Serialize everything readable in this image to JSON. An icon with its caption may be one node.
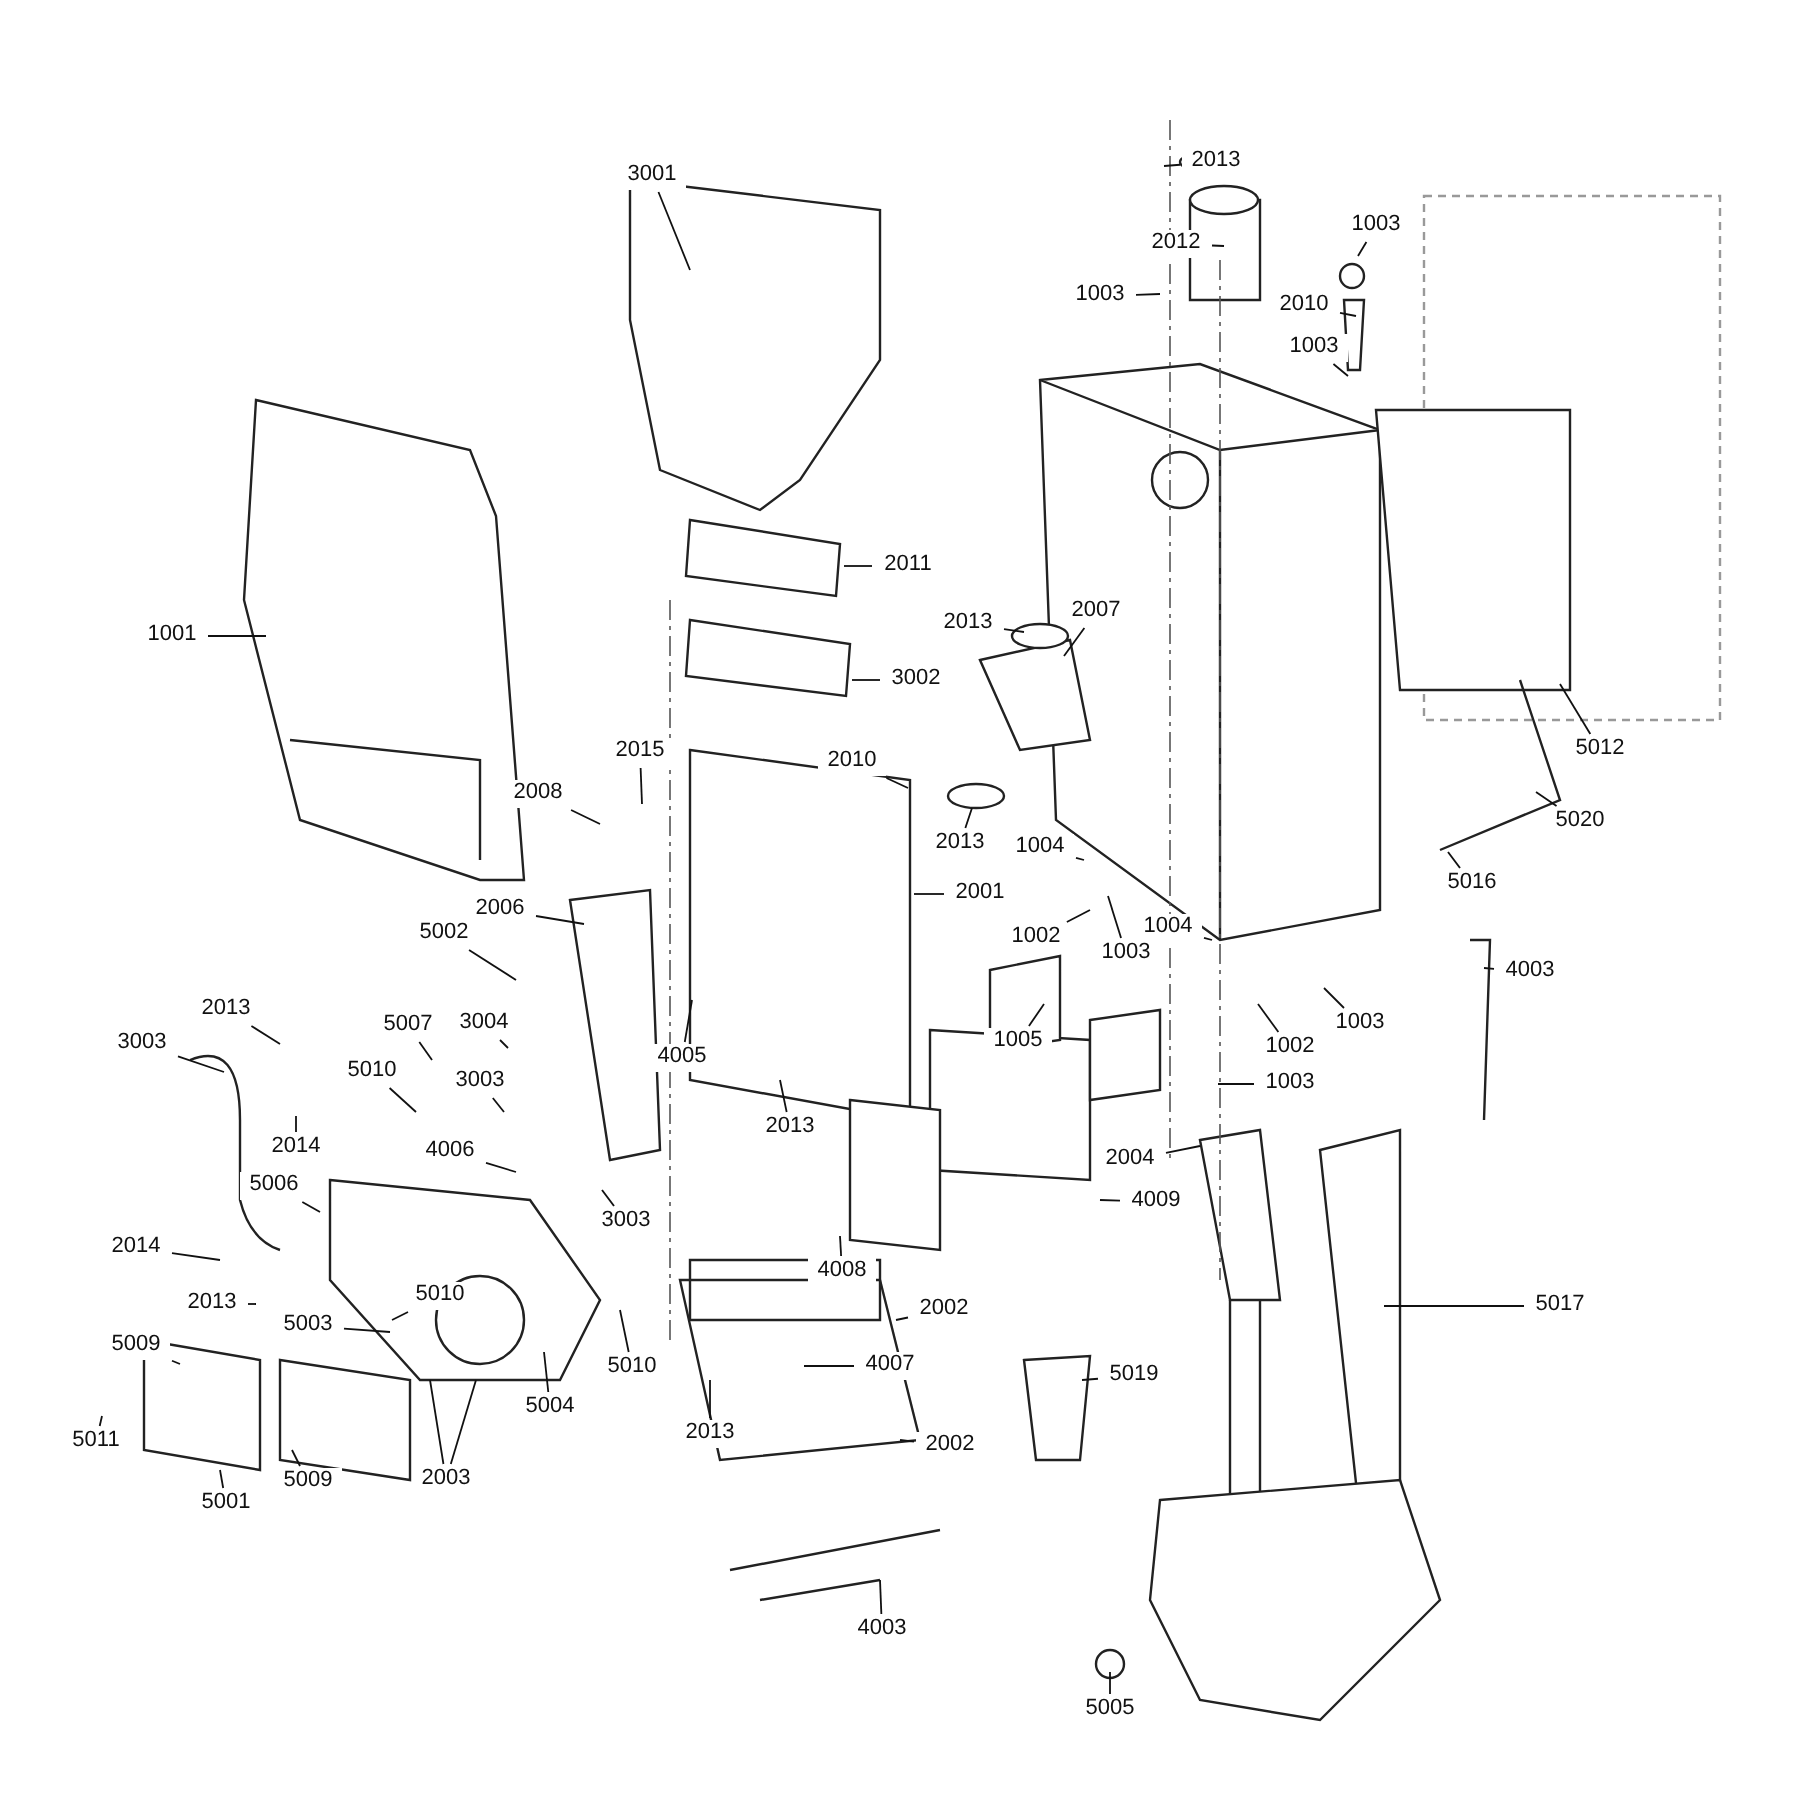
{
  "diagram": {
    "nodes": [
      {
        "text": [
          "3001"
        ]
      },
      {
        "text": [
          "2013"
        ]
      },
      {
        "text": [
          "2012"
        ]
      },
      {
        "text": [
          "1003"
        ]
      },
      {
        "text": [
          "1003"
        ]
      },
      {
        "text": [
          "2010"
        ]
      },
      {
        "text": [
          "1003"
        ]
      },
      {
        "text": [
          "1001"
        ]
      },
      {
        "text": [
          "2011"
        ]
      },
      {
        "text": [
          "2013"
        ]
      },
      {
        "text": [
          "2007"
        ]
      },
      {
        "text": [
          "3002"
        ]
      },
      {
        "text": [
          "2015"
        ]
      },
      {
        "text": [
          "2010"
        ]
      },
      {
        "text": [
          "2008"
        ]
      },
      {
        "text": [
          "5012"
        ]
      },
      {
        "text": [
          "2013"
        ]
      },
      {
        "text": [
          "5020"
        ]
      },
      {
        "text": [
          "2001"
        ]
      },
      {
        "text": [
          "1004"
        ]
      },
      {
        "text": [
          "5016"
        ]
      },
      {
        "text": [
          "1002"
        ]
      },
      {
        "text": [
          "1003"
        ]
      },
      {
        "text": [
          "2006"
        ]
      },
      {
        "text": [
          "1004"
        ]
      },
      {
        "text": [
          "5002"
        ]
      },
      {
        "text": [
          "4003"
        ]
      },
      {
        "text": [
          "4005"
        ]
      },
      {
        "text": [
          "2013"
        ]
      },
      {
        "text": [
          "5007"
        ]
      },
      {
        "text": [
          "1005"
        ]
      },
      {
        "text": [
          "1003"
        ]
      },
      {
        "text": [
          "3004"
        ]
      },
      {
        "text": [
          "1002"
        ]
      },
      {
        "text": [
          "3003"
        ]
      },
      {
        "text": [
          "5010"
        ]
      },
      {
        "text": [
          "3003"
        ]
      },
      {
        "text": [
          "2013"
        ]
      },
      {
        "text": [
          "1003"
        ]
      },
      {
        "text": [
          "2014"
        ]
      },
      {
        "text": [
          "4006"
        ]
      },
      {
        "text": [
          "2004"
        ]
      },
      {
        "text": [
          "5006"
        ]
      },
      {
        "text": [
          "3003"
        ]
      },
      {
        "text": [
          "4008"
        ]
      },
      {
        "text": [
          "4009"
        ]
      },
      {
        "text": [
          "5017"
        ]
      },
      {
        "text": [
          "2014"
        ]
      },
      {
        "text": [
          "2013"
        ]
      },
      {
        "text": [
          "5010"
        ]
      },
      {
        "text": [
          "2002"
        ]
      },
      {
        "text": [
          "5009"
        ]
      },
      {
        "text": [
          "5003"
        ]
      },
      {
        "text": [
          "4007"
        ]
      },
      {
        "text": [
          "5019"
        ]
      },
      {
        "text": [
          "5010"
        ]
      },
      {
        "text": [
          "5004"
        ]
      },
      {
        "text": [
          "2013"
        ]
      },
      {
        "text": [
          "2002"
        ]
      },
      {
        "text": [
          "5011"
        ]
      },
      {
        "text": [
          "5009"
        ]
      },
      {
        "text": [
          "2003"
        ]
      },
      {
        "text": [
          "5001"
        ]
      },
      {
        "text": [
          "4003"
        ]
      },
      {
        "text": [
          "5005"
        ]
      }
    ],
    "edges": [
      {
        "from": 0,
        "to": null,
        "arrow": "none"
      },
      {
        "from": 1,
        "to": null,
        "arrow": "none"
      },
      {
        "from": 2,
        "to": null,
        "arrow": "none"
      },
      {
        "from": 3,
        "to": null,
        "arrow": "none"
      },
      {
        "from": 4,
        "to": null,
        "arrow": "none"
      },
      {
        "from": 5,
        "to": null,
        "arrow": "none"
      },
      {
        "from": 6,
        "to": null,
        "arrow": "none"
      },
      {
        "from": 7,
        "to": null,
        "arrow": "none"
      },
      {
        "from": 8,
        "to": null,
        "arrow": "none"
      },
      {
        "from": 9,
        "to": null,
        "arrow": "none"
      },
      {
        "from": 10,
        "to": null,
        "arrow": "none"
      },
      {
        "from": 11,
        "to": null,
        "arrow": "none"
      },
      {
        "from": 12,
        "to": null,
        "arrow": "none"
      },
      {
        "from": 13,
        "to": null,
        "arrow": "none"
      },
      {
        "from": 14,
        "to": null,
        "arrow": "none"
      },
      {
        "from": 15,
        "to": null,
        "arrow": "none"
      },
      {
        "from": 16,
        "to": null,
        "arrow": "none"
      },
      {
        "from": 17,
        "to": null,
        "arrow": "none"
      },
      {
        "from": 18,
        "to": null,
        "arrow": "none"
      },
      {
        "from": 19,
        "to": null,
        "arrow": "none"
      },
      {
        "from": 20,
        "to": null,
        "arrow": "none"
      },
      {
        "from": 21,
        "to": null,
        "arrow": "none"
      },
      {
        "from": 22,
        "to": null,
        "arrow": "none"
      },
      {
        "from": 23,
        "to": null,
        "arrow": "none"
      },
      {
        "from": 24,
        "to": null,
        "arrow": "none"
      },
      {
        "from": 25,
        "to": null,
        "arrow": "none"
      },
      {
        "from": 26,
        "to": null,
        "arrow": "none"
      },
      {
        "from": 27,
        "to": null,
        "arrow": "none"
      },
      {
        "from": 28,
        "to": null,
        "arrow": "none"
      },
      {
        "from": 29,
        "to": null,
        "arrow": "none"
      },
      {
        "from": 30,
        "to": null,
        "arrow": "none"
      },
      {
        "from": 31,
        "to": null,
        "arrow": "none"
      },
      {
        "from": 32,
        "to": null,
        "arrow": "none"
      },
      {
        "from": 33,
        "to": null,
        "arrow": "none"
      },
      {
        "from": 34,
        "to": null,
        "arrow": "none"
      },
      {
        "from": 35,
        "to": null,
        "arrow": "none"
      },
      {
        "from": 36,
        "to": null,
        "arrow": "none"
      },
      {
        "from": 37,
        "to": null,
        "arrow": "none"
      },
      {
        "from": 38,
        "to": null,
        "arrow": "none"
      },
      {
        "from": 39,
        "to": null,
        "arrow": "none"
      },
      {
        "from": 40,
        "to": null,
        "arrow": "none"
      },
      {
        "from": 41,
        "to": null,
        "arrow": "none"
      },
      {
        "from": 42,
        "to": null,
        "arrow": "none"
      },
      {
        "from": 43,
        "to": null,
        "arrow": "none"
      },
      {
        "from": 44,
        "to": null,
        "arrow": "none"
      },
      {
        "from": 45,
        "to": null,
        "arrow": "none"
      },
      {
        "from": 46,
        "to": null,
        "arrow": "none"
      },
      {
        "from": 47,
        "to": null,
        "arrow": "none"
      },
      {
        "from": 48,
        "to": null,
        "arrow": "none"
      },
      {
        "from": 49,
        "to": null,
        "arrow": "none"
      },
      {
        "from": 50,
        "to": null,
        "arrow": "none"
      },
      {
        "from": 51,
        "to": null,
        "arrow": "none"
      },
      {
        "from": 52,
        "to": null,
        "arrow": "none"
      },
      {
        "from": 53,
        "to": null,
        "arrow": "none"
      },
      {
        "from": 54,
        "to": null,
        "arrow": "none"
      },
      {
        "from": 55,
        "to": null,
        "arrow": "none"
      },
      {
        "from": 56,
        "to": null,
        "arrow": "none"
      },
      {
        "from": 57,
        "to": null,
        "arrow": "none"
      },
      {
        "from": 58,
        "to": null,
        "arrow": "none"
      },
      {
        "from": 59,
        "to": null,
        "arrow": "none"
      },
      {
        "from": 60,
        "to": null,
        "arrow": "none"
      },
      {
        "from": 61,
        "to": null,
        "arrow": "none"
      },
      {
        "from": 61,
        "to": null,
        "arrow": "none"
      },
      {
        "from": 62,
        "to": null,
        "arrow": "none"
      },
      {
        "from": 63,
        "to": null,
        "arrow": "none"
      },
      {
        "from": 64,
        "to": null,
        "arrow": "none"
      }
    ]
  }
}
